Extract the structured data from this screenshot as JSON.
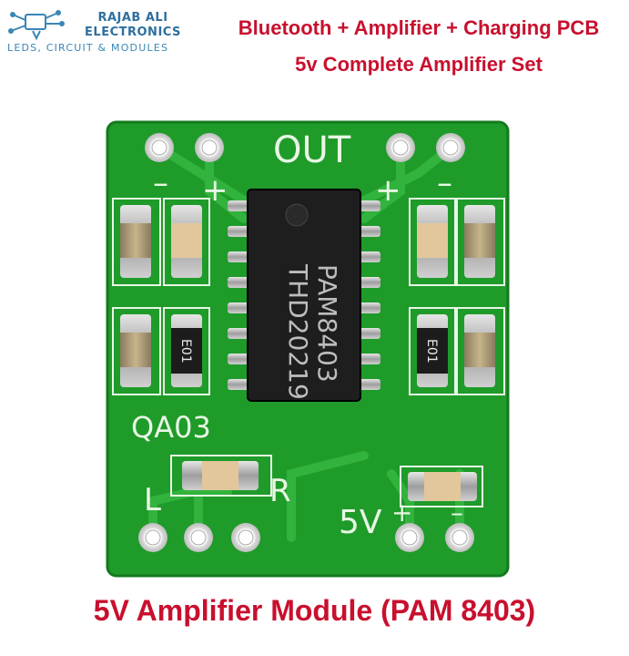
{
  "brand": {
    "name_line1": "RAJAB ALI",
    "name_line2": "ELECTRONICS",
    "tagline": "LEDS, CIRCUIT & MODULES",
    "color": "#2f6f9e"
  },
  "header": {
    "title_line1": "Bluetooth + Amplifier + Charging PCB",
    "title_line2": "5v Complete Amplifier Set",
    "color": "#c8102e"
  },
  "pcb": {
    "out_label": "OUT",
    "plus_left": "+",
    "minus_left": "–",
    "plus_right": "+",
    "minus_right": "–",
    "chip_line1": "PAM8403",
    "chip_line2": "THD20219",
    "board_code": "QA03",
    "left_label": "L",
    "right_label": "R",
    "power_label": "5V",
    "power_plus": "+",
    "power_minus": "–",
    "resistor_code_left": "E01",
    "resistor_code_right": "E01",
    "board_color": "#1f9b2a",
    "silk_color": "#e8f7e4"
  },
  "caption": {
    "text": "5V Amplifier Module (PAM 8403)"
  }
}
